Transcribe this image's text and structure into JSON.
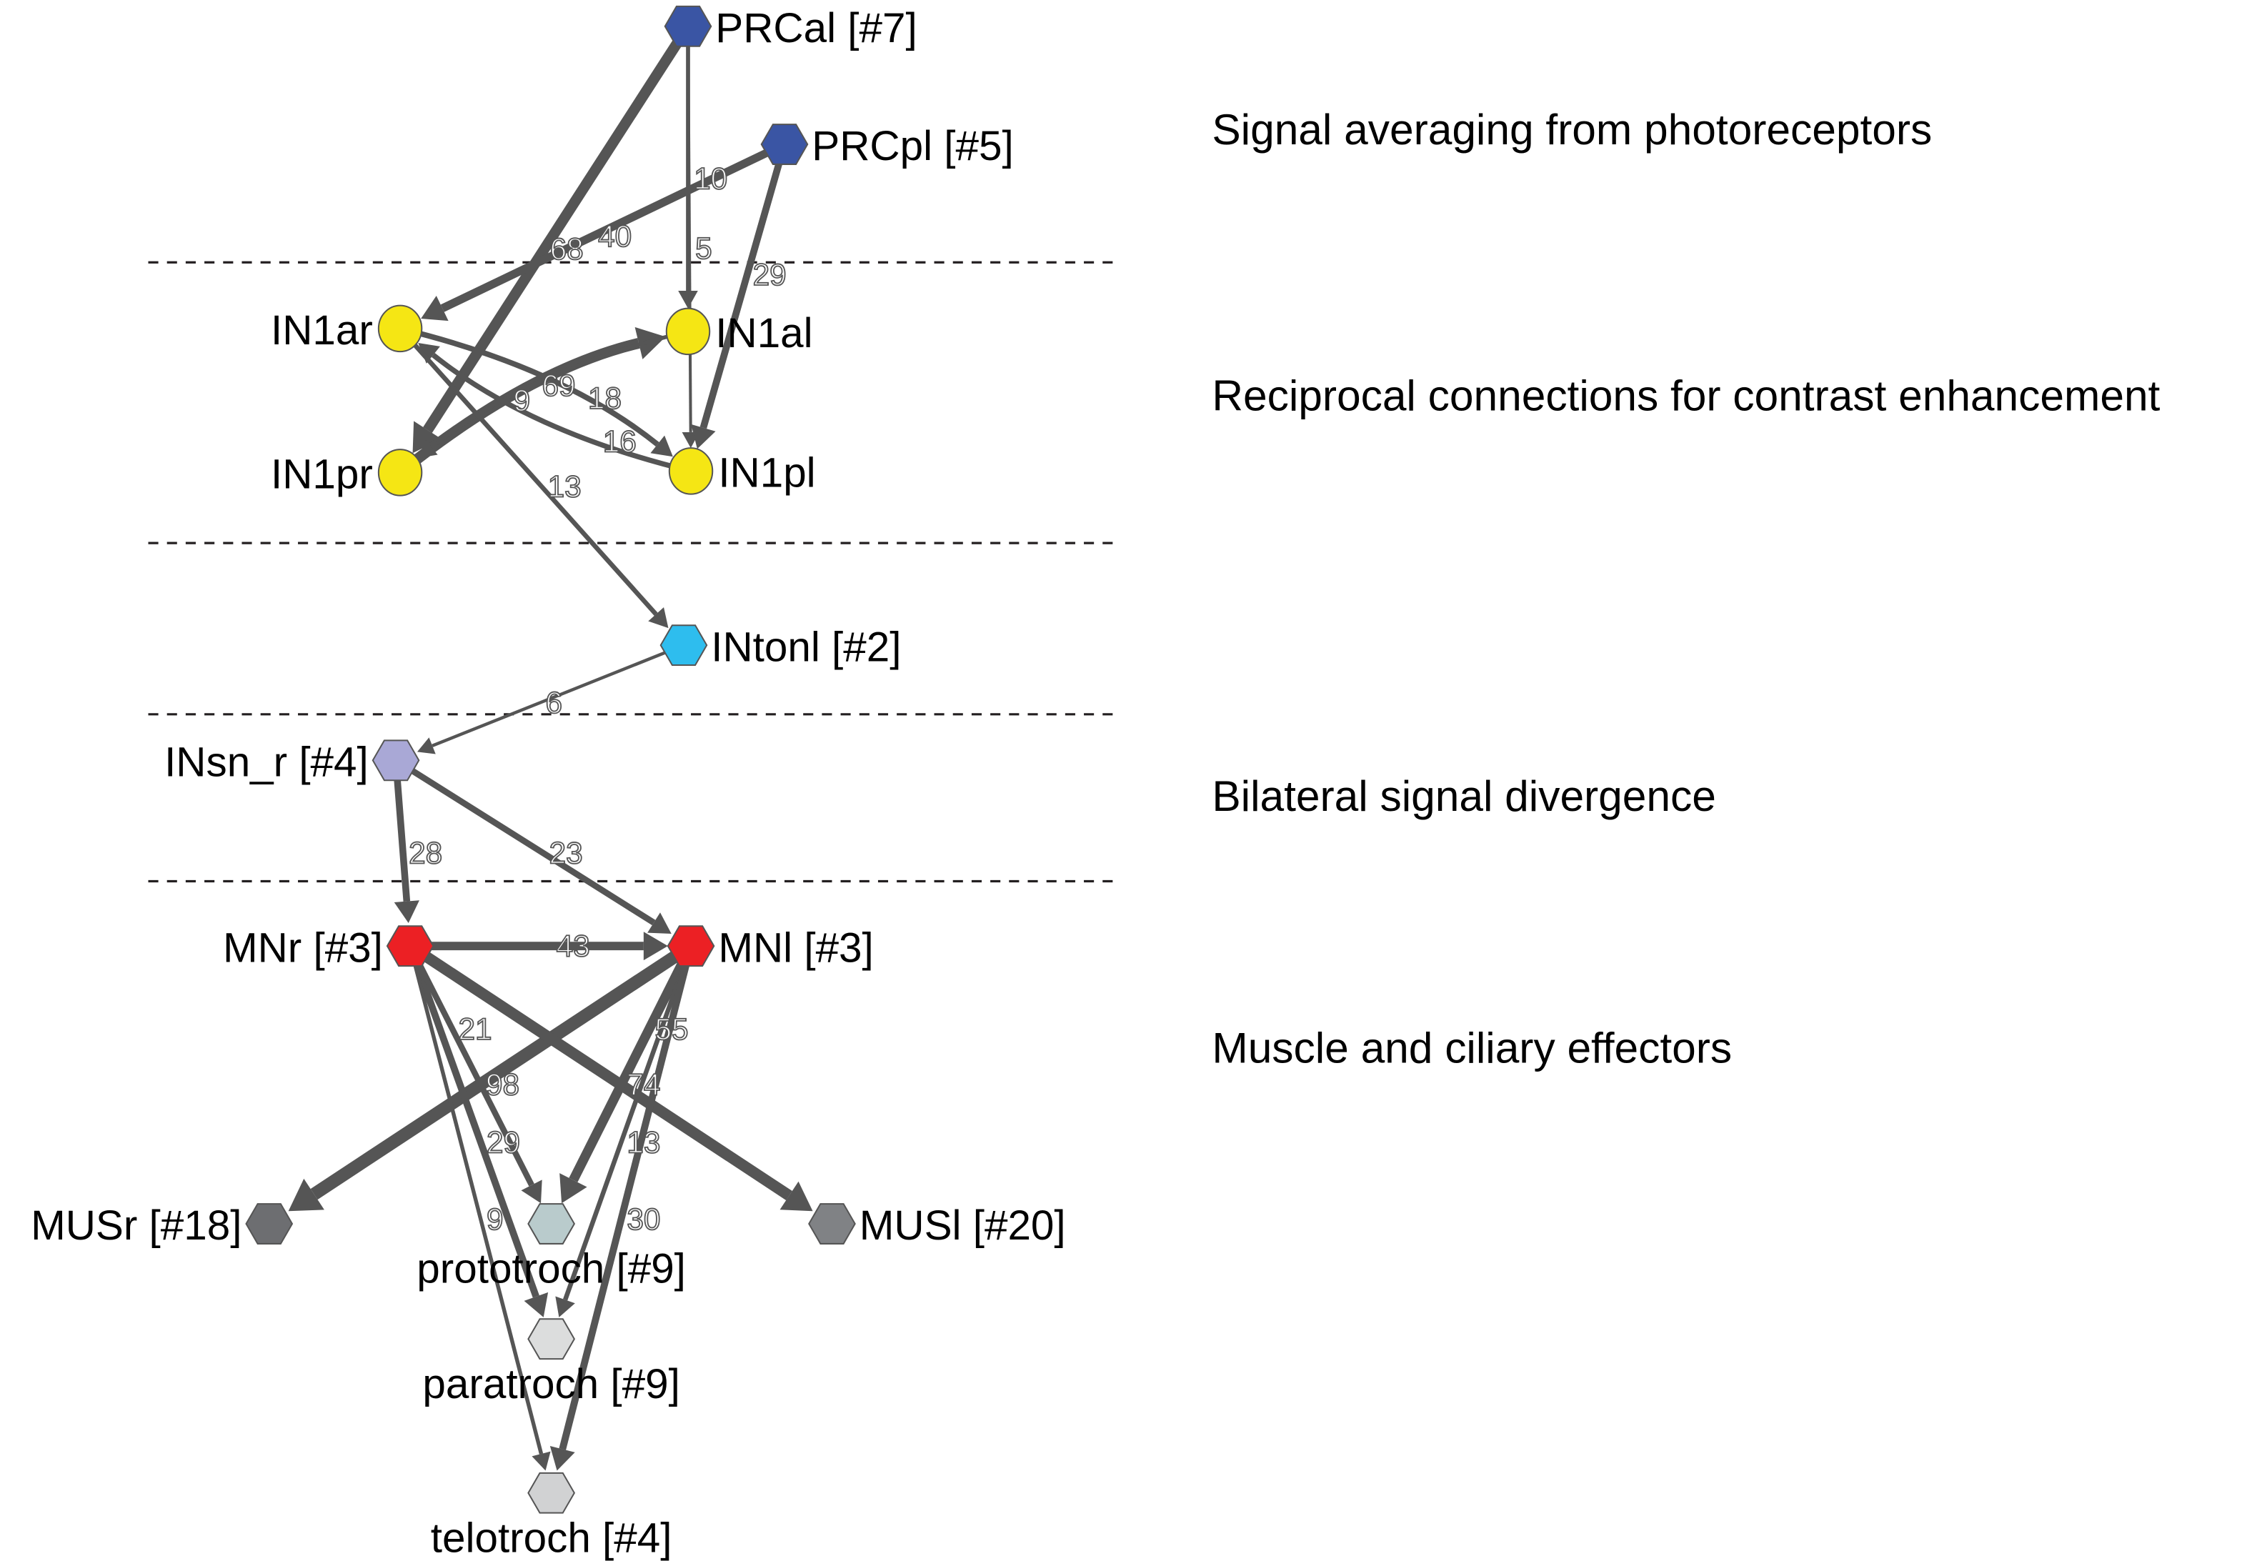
{
  "annotations": [
    "Signal averaging from photoreceptors",
    "Reciprocal connections for contrast enhancement",
    "Bilateral signal divergence",
    "Muscle and ciliary effectors"
  ],
  "nodes": [
    {
      "id": "PRCal",
      "label": "PRCal [#7]",
      "shape": "hexagon",
      "color": "#3a55a4"
    },
    {
      "id": "PRCpl",
      "label": "PRCpl [#5]",
      "shape": "hexagon",
      "color": "#3a55a4"
    },
    {
      "id": "IN1ar",
      "label": "IN1ar",
      "shape": "circle",
      "color": "#f5e614"
    },
    {
      "id": "IN1al",
      "label": "IN1al",
      "shape": "circle",
      "color": "#f5e614"
    },
    {
      "id": "IN1pr",
      "label": "IN1pr",
      "shape": "circle",
      "color": "#f5e614"
    },
    {
      "id": "IN1pl",
      "label": "IN1pl",
      "shape": "circle",
      "color": "#f5e614"
    },
    {
      "id": "INtonl",
      "label": "INtonl [#2]",
      "shape": "hexagon",
      "color": "#2ebdee"
    },
    {
      "id": "INsn_r",
      "label": "INsn_r [#4]",
      "shape": "hexagon",
      "color": "#a9a8d6"
    },
    {
      "id": "MNr",
      "label": "MNr [#3]",
      "shape": "hexagon",
      "color": "#ec2024"
    },
    {
      "id": "MNl",
      "label": "MNl [#3]",
      "shape": "hexagon",
      "color": "#ec2024"
    },
    {
      "id": "MUSr",
      "label": "MUSr [#18]",
      "shape": "hexagon",
      "color": "#6d6e71"
    },
    {
      "id": "MUSl",
      "label": "MUSl [#20]",
      "shape": "hexagon",
      "color": "#808285"
    },
    {
      "id": "prototroch",
      "label": "prototroch [#9]",
      "shape": "hexagon",
      "color": "#b9cbcc"
    },
    {
      "id": "paratroch",
      "label": "paratroch [#9]",
      "shape": "hexagon",
      "color": "#dcdddd"
    },
    {
      "id": "telotroch",
      "label": "telotroch [#4]",
      "shape": "hexagon",
      "color": "#d1d2d3"
    }
  ],
  "edges": [
    {
      "from": "PRCal",
      "to": "IN1pr",
      "weight": "68"
    },
    {
      "from": "PRCal",
      "to": "IN1al",
      "weight": "10"
    },
    {
      "from": "PRCal",
      "to": "IN1pl",
      "weight": "5"
    },
    {
      "from": "PRCpl",
      "to": "IN1ar",
      "weight": "40"
    },
    {
      "from": "PRCpl",
      "to": "IN1pl",
      "weight": "29"
    },
    {
      "from": "IN1pr",
      "to": "IN1al",
      "weight": "69"
    },
    {
      "from": "IN1al",
      "to": "IN1pr",
      "weight": "9"
    },
    {
      "from": "IN1ar",
      "to": "IN1pl",
      "weight": "18"
    },
    {
      "from": "IN1pl",
      "to": "IN1ar",
      "weight": "16"
    },
    {
      "from": "IN1ar",
      "to": "INtonl",
      "weight": "13"
    },
    {
      "from": "INtonl",
      "to": "INsn_r",
      "weight": "6"
    },
    {
      "from": "INsn_r",
      "to": "MNr",
      "weight": "28"
    },
    {
      "from": "INsn_r",
      "to": "MNl",
      "weight": "23"
    },
    {
      "from": "MNr",
      "to": "MNl",
      "weight": "43"
    },
    {
      "from": "MNl",
      "to": "MUSr",
      "weight": "98"
    },
    {
      "from": "MNr",
      "to": "MUSl",
      "weight": "74"
    },
    {
      "from": "MNr",
      "to": "paratroch",
      "weight": "29"
    },
    {
      "from": "MNr",
      "to": "prototroch",
      "weight": "21"
    },
    {
      "from": "MNr",
      "to": "telotroch",
      "weight": "9"
    },
    {
      "from": "MNl",
      "to": "prototroch",
      "weight": "55"
    },
    {
      "from": "MNl",
      "to": "paratroch",
      "weight": "13"
    },
    {
      "from": "MNl",
      "to": "telotroch",
      "weight": "30"
    }
  ]
}
